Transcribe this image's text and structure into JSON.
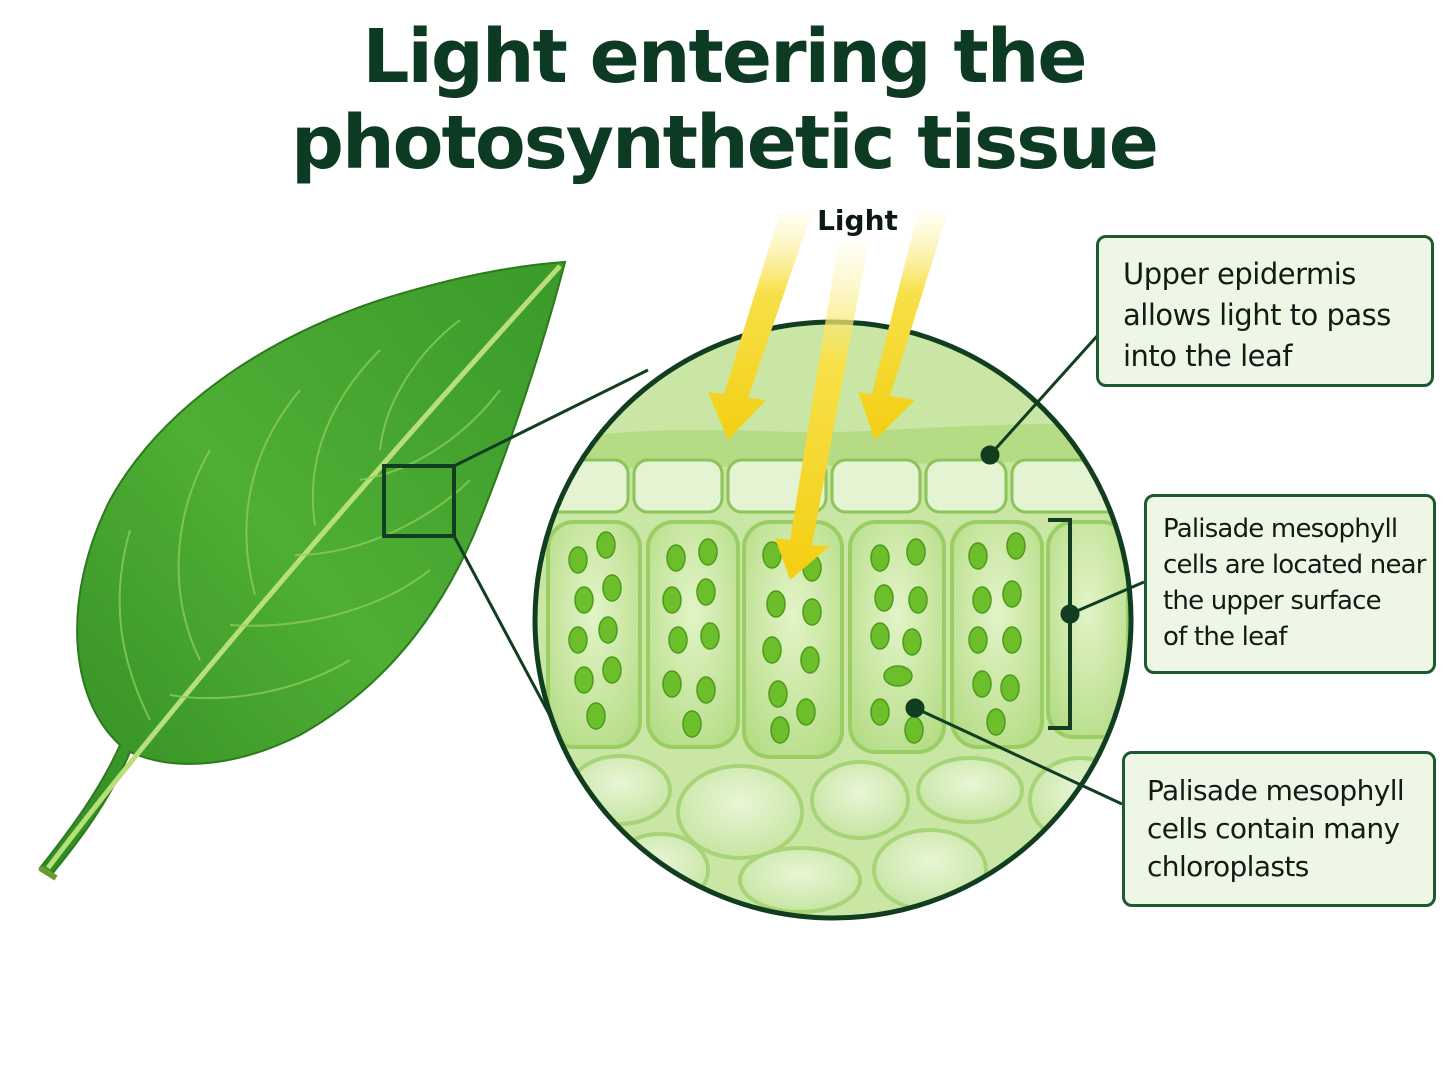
{
  "title": {
    "line1": "Light entering the",
    "line2": "photosynthetic tissue"
  },
  "light_label": "Light",
  "callouts": [
    {
      "lines": [
        "Upper epidermis",
        "allows light to pass",
        "into the leaf"
      ]
    },
    {
      "lines": [
        "Palisade mesophyll",
        "cells are located near",
        "the upper surface",
        "of the leaf"
      ]
    },
    {
      "lines": [
        "Palisade mesophyll",
        "cells contain many",
        "chloroplasts"
      ]
    }
  ],
  "colors": {
    "title": "#0d3a22",
    "leaf": "#3d9a2e",
    "cell_fill": "#cde9a8",
    "chloroplast": "#6cbf2a",
    "light_arrow": "#f5d21a",
    "outline": "#1f5a2e",
    "callout_bg": "#eef6e6"
  }
}
